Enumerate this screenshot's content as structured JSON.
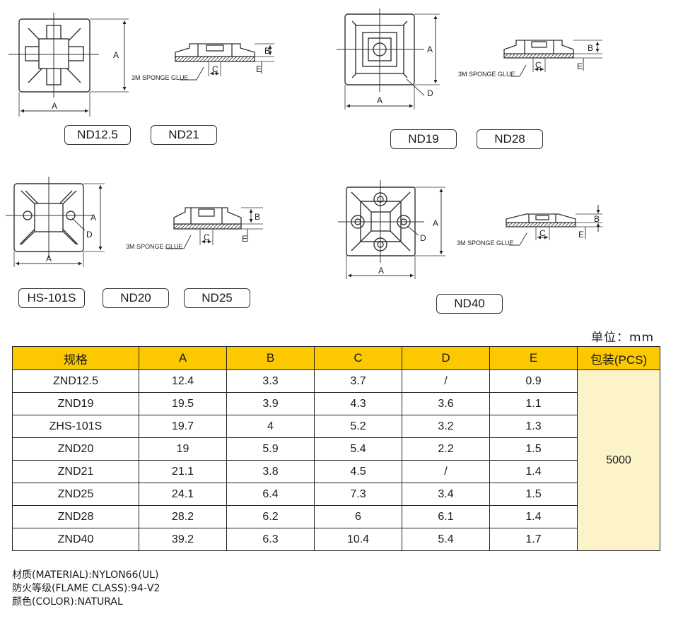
{
  "drawings": {
    "dim_a": "A",
    "dim_b": "B",
    "dim_c": "C",
    "dim_d": "D",
    "dim_e": "E",
    "glue_label": "3M SPONGE GLUE"
  },
  "model_labels": {
    "g1": [
      "ND12.5",
      "ND21"
    ],
    "g2": [
      "ND19",
      "ND28"
    ],
    "g3": [
      "HS-101S",
      "ND20",
      "ND25"
    ],
    "g4": [
      "ND40"
    ]
  },
  "unit_label": "单位：mm",
  "table": {
    "headers": [
      "规格",
      "A",
      "B",
      "C",
      "D",
      "E",
      "包装(PCS)"
    ],
    "rows": [
      [
        "ZND12.5",
        "12.4",
        "3.3",
        "3.7",
        "/",
        "0.9"
      ],
      [
        "ZND19",
        "19.5",
        "3.9",
        "4.3",
        "3.6",
        "1.1"
      ],
      [
        "ZHS-101S",
        "19.7",
        "4",
        "5.2",
        "3.2",
        "1.3"
      ],
      [
        "ZND20",
        "19",
        "5.9",
        "5.4",
        "2.2",
        "1.5"
      ],
      [
        "ZND21",
        "21.1",
        "3.8",
        "4.5",
        "/",
        "1.4"
      ],
      [
        "ZND25",
        "24.1",
        "6.4",
        "7.3",
        "3.4",
        "1.5"
      ],
      [
        "ZND28",
        "28.2",
        "6.2",
        "6",
        "6.1",
        "1.4"
      ],
      [
        "ZND40",
        "39.2",
        "6.3",
        "10.4",
        "5.4",
        "1.7"
      ]
    ],
    "packaging": "5000"
  },
  "notes": {
    "material": "材质(MATERIAL):NYLON66(UL)",
    "flame": "防火等级(FLAME CLASS):94-V2",
    "color": "颜色(COLOR):NATURAL"
  }
}
